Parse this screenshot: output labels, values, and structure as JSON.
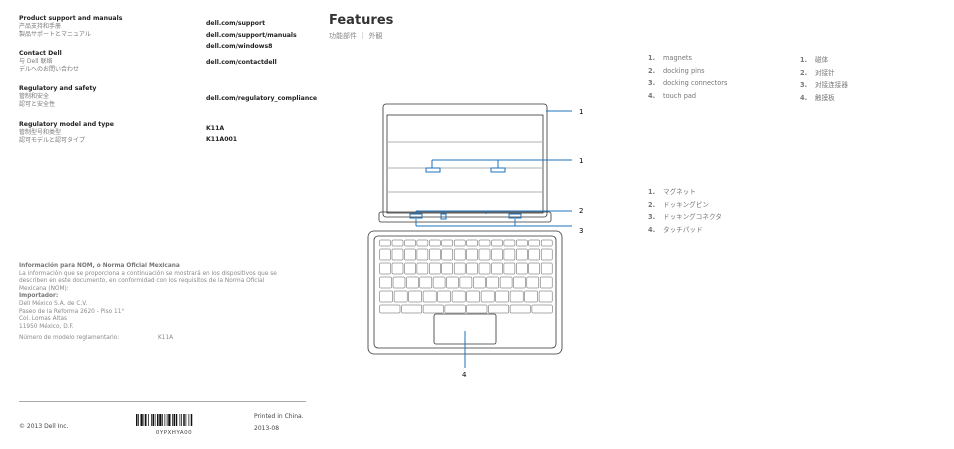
{
  "left": {
    "sections": [
      {
        "title": "Product support and manuals",
        "sub": [
          "产品支持和手册",
          "製品サポートとマニュアル"
        ]
      },
      {
        "title": "Contact Dell",
        "sub": [
          "与 Dell 联络",
          "デルへのお問い合わせ"
        ]
      },
      {
        "title": "Regulatory and safety",
        "sub": [
          "管制和安全",
          "認可と安全性"
        ]
      },
      {
        "title": "Regulatory model and type",
        "sub": [
          "管制型号和类型",
          "認可モデルと認可タイプ"
        ]
      }
    ],
    "links": {
      "l1": "dell.com/support",
      "l2": "dell.com/support/manuals",
      "l3": "dell.com/windows8",
      "l4": "dell.com/contactdell",
      "l5": "dell.com/regulatory_compliance",
      "model": "K11A",
      "type": "K11A001"
    },
    "nom": {
      "title": "Información para NOM, o Norma Oficial Mexicana",
      "body": "La información que se proporciona a continuación se mostrará en los dispositivos que se describen en este documento, en conformidad con los requisitos de la Norma Oficial Mexicana (NOM):",
      "importer_label": "Importador:",
      "address": [
        "Dell México S.A. de C.V.",
        "Paseo de la Reforma 2620 - Piso 11°",
        "Col. Lomas Altas",
        "11950 México, D.F."
      ],
      "model_label": "Número de modelo reglamentario:",
      "model_value": "K11A"
    },
    "footer": {
      "copyright": "© 2013 Dell Inc.",
      "barcode_text": "0YPXHYA00",
      "printed": "Printed in China.",
      "date": "2013-08"
    }
  },
  "right": {
    "title": "Features",
    "subtitle": "功能部件 ｜ 外観",
    "en_items": [
      "magnets",
      "docking pins",
      "docking connectors",
      "touch pad"
    ],
    "zh_items": [
      "磁体",
      "对接针",
      "对接连接器",
      "触摸板"
    ],
    "ja_items": [
      "マグネット",
      "ドッキングピン",
      "ドッキングコネクタ",
      "タッチパッド"
    ],
    "numbers": [
      "1.",
      "2.",
      "3.",
      "4."
    ],
    "callouts": [
      "1",
      "1",
      "2",
      "3",
      "4"
    ]
  }
}
